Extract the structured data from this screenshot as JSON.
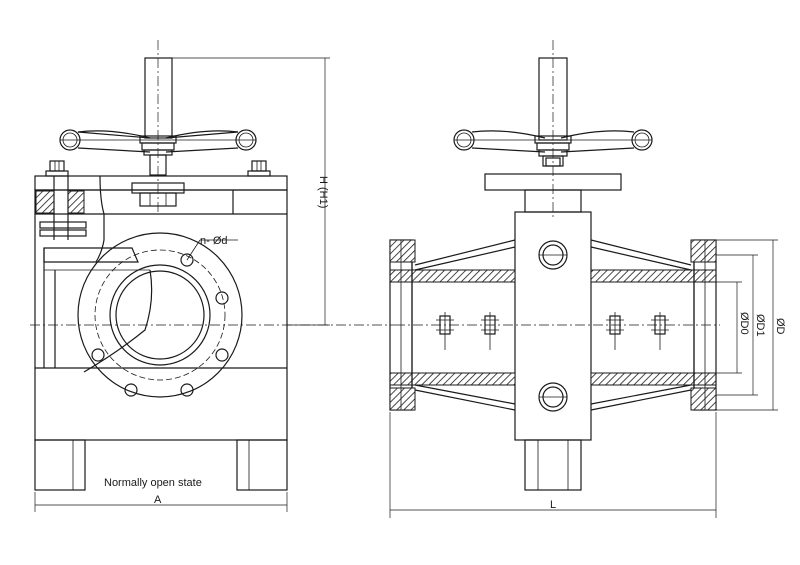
{
  "labels": {
    "height": "H (H1)",
    "bolt_holes": "n- Ød",
    "dia_D": "ØD",
    "dia_D1": "ØD1",
    "dia_D0": "ØD0",
    "width_A": "A",
    "length_L": "L",
    "caption": "Normally open state"
  }
}
